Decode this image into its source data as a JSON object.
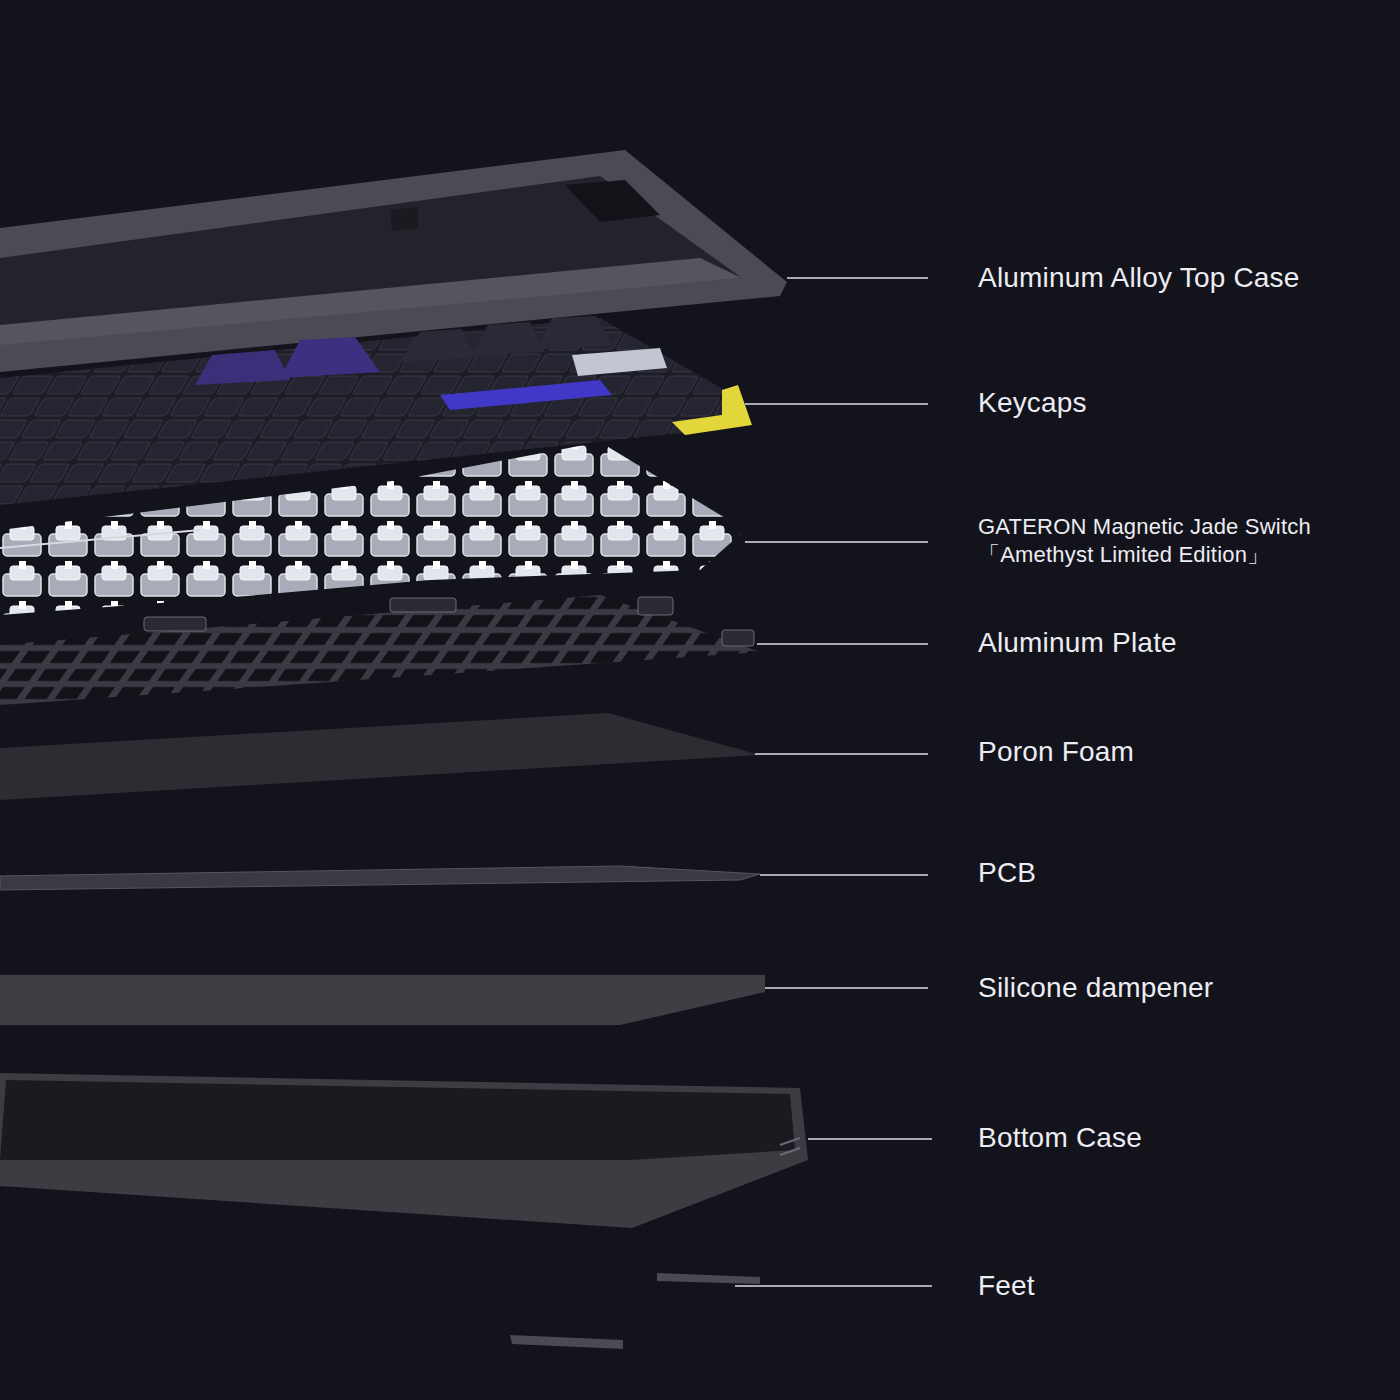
{
  "diagram": {
    "labels": [
      "Aluminum Alloy Top Case",
      "Keycaps",
      "GATERON Magnetic Jade Switch",
      "「Amethyst Limited Edition」",
      "Aluminum Plate",
      "Poron Foam",
      "PCB",
      "Silicone dampener",
      "Bottom Case",
      "Feet"
    ]
  }
}
